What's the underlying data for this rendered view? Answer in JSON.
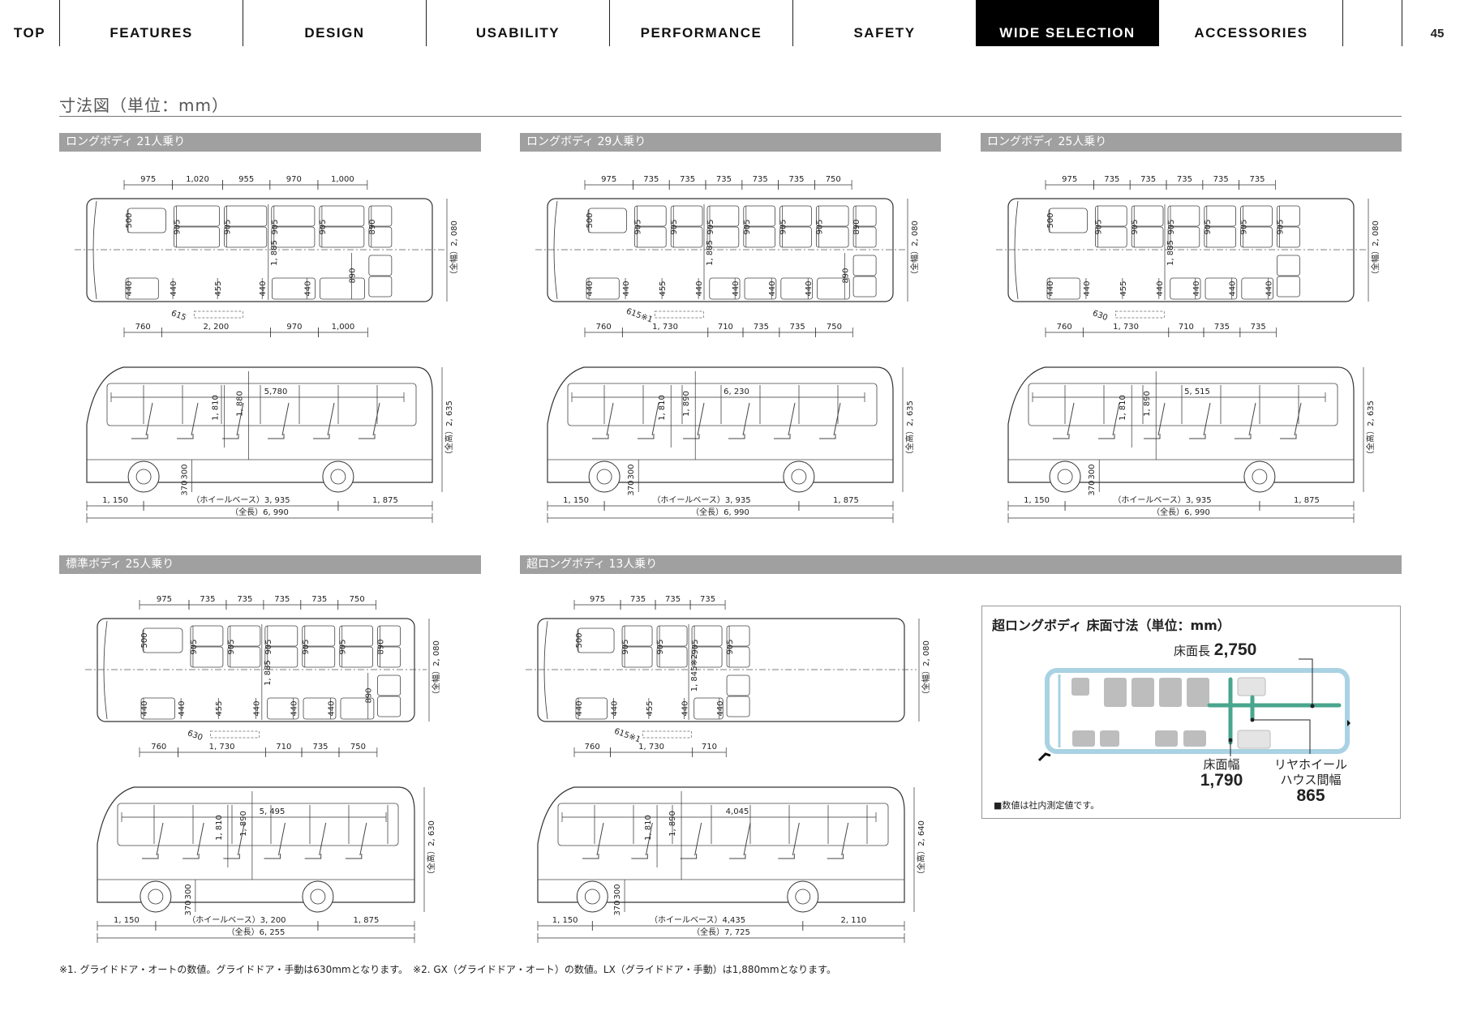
{
  "nav": {
    "items": [
      {
        "label": "TOP",
        "active": false
      },
      {
        "label": "FEATURES",
        "active": false
      },
      {
        "label": "DESIGN",
        "active": false
      },
      {
        "label": "USABILITY",
        "active": false
      },
      {
        "label": "PERFORMANCE",
        "active": false
      },
      {
        "label": "SAFETY",
        "active": false
      },
      {
        "label": "WIDE SELECTION",
        "active": true
      },
      {
        "label": "ACCESSORIES",
        "active": false
      }
    ],
    "page_number": "45"
  },
  "title": "寸法図（単位：mm）",
  "diagrams": [
    {
      "header": "ロングボディ 21人乗り",
      "top_dims": [
        "975",
        "1,020",
        "955",
        "970",
        "1,000"
      ],
      "bottom_dims": [
        "760",
        "2, 200",
        "970",
        "1,000"
      ],
      "upper_labels": [
        "500",
        "905",
        "905",
        "905",
        "905",
        "890"
      ],
      "lower_labels": [
        "440",
        "440",
        "455",
        "440",
        "440",
        "890"
      ],
      "aisle": "1, 885",
      "door": "615",
      "width": "（全幅）2, 080",
      "side": {
        "interior": "5,780",
        "h1": "1, 810",
        "h2": "1, 880",
        "step1": "300",
        "step2": "370",
        "height": "（全高）2, 635",
        "front": "1, 150",
        "wheelbase": "（ホイールベース）3, 935",
        "rear": "1, 875",
        "total": "（全長）6, 990"
      }
    },
    {
      "header": "ロングボディ 29人乗り",
      "top_dims": [
        "975",
        "735",
        "735",
        "735",
        "735",
        "735",
        "750"
      ],
      "bottom_dims": [
        "760",
        "1, 730",
        "710",
        "735",
        "735",
        "750"
      ],
      "upper_labels": [
        "500",
        "905",
        "905",
        "905",
        "905",
        "905",
        "905",
        "890"
      ],
      "lower_labels": [
        "440",
        "440",
        "455",
        "440",
        "440",
        "440",
        "440",
        "890"
      ],
      "aisle": "1, 885",
      "door": "615※1",
      "width": "（全幅）2, 080",
      "side": {
        "interior": "6, 230",
        "h1": "1, 810",
        "h2": "1, 890",
        "step1": "300",
        "step2": "370",
        "height": "（全高）2, 635",
        "front": "1, 150",
        "wheelbase": "（ホイールベース）3, 935",
        "rear": "1, 875",
        "total": "（全長）6, 990"
      }
    },
    {
      "header": "ロングボディ 25人乗り",
      "top_dims": [
        "975",
        "735",
        "735",
        "735",
        "735",
        "735"
      ],
      "bottom_dims": [
        "760",
        "1, 730",
        "710",
        "735",
        "735"
      ],
      "upper_labels": [
        "500",
        "905",
        "905",
        "905",
        "905",
        "905",
        "905"
      ],
      "lower_labels": [
        "440",
        "440",
        "455",
        "440",
        "440",
        "440",
        "440"
      ],
      "aisle": "1, 885",
      "door": "630",
      "width": "（全幅）2, 080",
      "side": {
        "interior": "5, 515",
        "h1": "1, 810",
        "h2": "1, 890",
        "step1": "300",
        "step2": "370",
        "height": "（全高）2, 635",
        "front": "1, 150",
        "wheelbase": "（ホイールベース）3, 935",
        "rear": "1, 875",
        "total": "（全長）6, 990"
      }
    },
    {
      "header": "標準ボディ 25人乗り",
      "top_dims": [
        "975",
        "735",
        "735",
        "735",
        "735",
        "750"
      ],
      "bottom_dims": [
        "760",
        "1, 730",
        "710",
        "735",
        "750"
      ],
      "upper_labels": [
        "500",
        "905",
        "905",
        "905",
        "905",
        "905",
        "890"
      ],
      "lower_labels": [
        "440",
        "440",
        "455",
        "440",
        "440",
        "440",
        "890"
      ],
      "aisle": "1, 885",
      "door": "630",
      "width": "（全幅）2, 080",
      "side": {
        "interior": "5, 495",
        "h1": "1, 810",
        "h2": "1, 890",
        "step1": "300",
        "step2": "370",
        "height": "（全高）2, 630",
        "front": "1, 150",
        "wheelbase": "（ホイールベース）3, 200",
        "rear": "1, 875",
        "total": "（全長）6, 255"
      }
    },
    {
      "header": "超ロングボディ 13人乗り",
      "top_dims": [
        "975",
        "735",
        "735",
        "735"
      ],
      "bottom_dims": [
        "760",
        "1, 730",
        "710"
      ],
      "upper_labels": [
        "500",
        "905",
        "905",
        "905",
        "905"
      ],
      "lower_labels": [
        "440",
        "440",
        "455",
        "440",
        "440"
      ],
      "aisle": "1, 845※2",
      "door": "615※1",
      "width": "（全幅）2, 080",
      "side": {
        "interior": "4,045",
        "h1": "1, 810",
        "h2": "1, 890",
        "step1": "300",
        "step2": "370",
        "height": "（全高）2, 640",
        "front": "1, 150",
        "wheelbase": "（ホイールベース）4,435",
        "rear": "2, 110",
        "total": "（全長）7, 725"
      }
    }
  ],
  "floor_box": {
    "title": "超ロングボディ 床面寸法（単位：mm）",
    "length_label": "床面長",
    "length_value": "2,750",
    "width_label": "床面幅",
    "width_value": "1,790",
    "wheelhouse_label_1": "リヤホイール",
    "wheelhouse_label_2": "ハウス間幅",
    "wheelhouse_value": "865",
    "note": "■数値は社内測定値です。",
    "colors": {
      "body": "#a9d2e3",
      "floor": "#4aa58e",
      "seat": "#bdbdbd"
    }
  },
  "footnote": "※1. グライドドア・オートの数値。グライドドア・手動は630mmとなります。　※2. GX（グライドドア・オート）の数値。LX（グライドドア・手動）は1,880mmとなります。"
}
